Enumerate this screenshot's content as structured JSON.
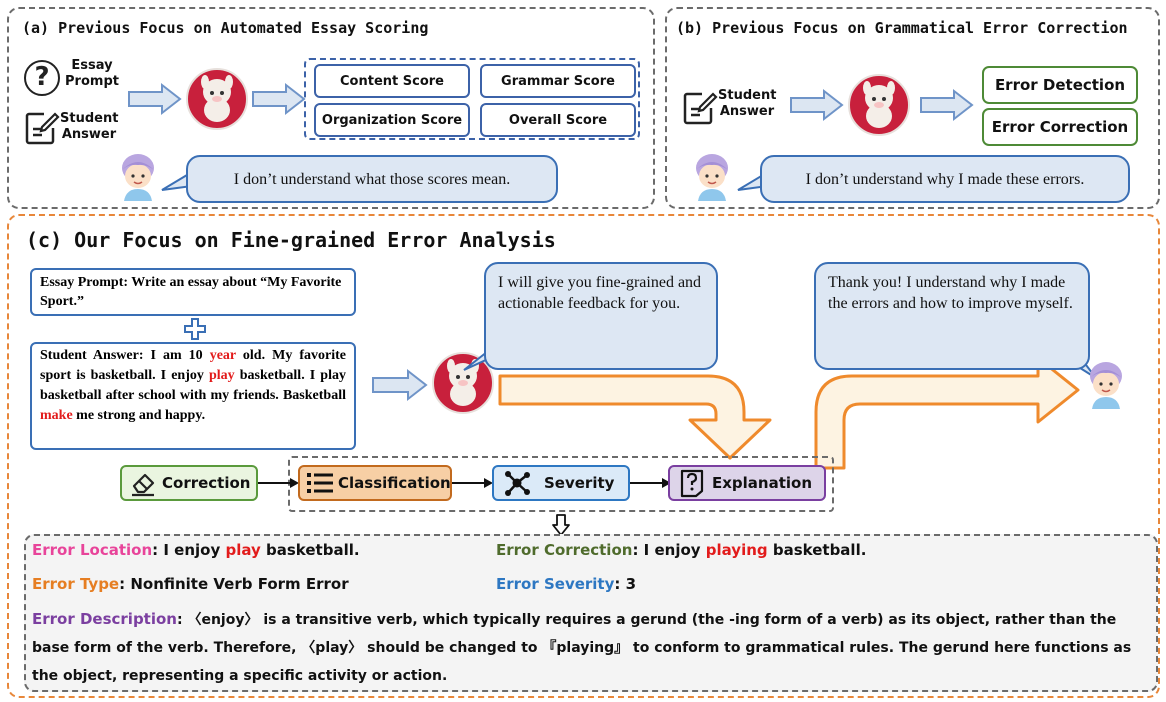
{
  "panel_a": {
    "title": "(a) Previous Focus on Automated Essay Scoring",
    "essay_prompt_label": "Essay\nPrompt",
    "student_answer_label": "Student\nAnswer",
    "scores": [
      "Content Score",
      "Grammar Score",
      "Organization Score",
      "Overall Score"
    ],
    "student_says": "I don’t understand what those scores mean."
  },
  "panel_b": {
    "title": "(b) Previous Focus on Grammatical Error Correction",
    "student_answer_label": "Student\nAnswer",
    "outputs": [
      "Error Detection",
      "Error Correction"
    ],
    "student_says": "I don’t understand why I made these errors."
  },
  "panel_c": {
    "title": "(c) Our Focus on Fine-grained Error Analysis",
    "essay_prompt": "Essay Prompt: Write an essay about “My Favorite Sport.”",
    "student_answer": {
      "p1": "Student Answer: I am 10 ",
      "e1": "year",
      "p2": " old. My favorite sport is basketball. I enjoy ",
      "e2": "play",
      "p3": " basketball. I play basketball after school with my friends. Basketball ",
      "e3": "make",
      "p4": " me strong and happy."
    },
    "model_says": "I will give you fine-grained and actionable feedback for you.",
    "student_says": "Thank you! I understand why I made the errors and how to improve myself.",
    "pipeline": [
      "Correction",
      "Classification",
      "Severity",
      "Explanation"
    ],
    "details": {
      "location_label": "Error Location",
      "location_pre": ": I enjoy ",
      "location_err": "play",
      "location_post": " basketball.",
      "correction_label": "Error Correction",
      "correction_pre": ": I enjoy ",
      "correction_err": "playing",
      "correction_post": " basketball.",
      "type_label": "Error Type",
      "type_value": ": Nonfinite Verb Form Error",
      "severity_label": "Error Severity",
      "severity_value": ": 3",
      "description_label": "Error Description",
      "description_value": ": 〈enjoy〉 is a transitive verb, which typically requires a gerund (the -ing form of a verb) as its object, rather than the base form of the verb. Therefore, 〈play〉 should be changed to 『playing』 to conform to grammatical rules. The gerund here functions as the object, representing a specific activity or action."
    }
  },
  "colors": {
    "panel_border": "#6b6b6b",
    "panel_c_border": "#e8873a",
    "score_border": "#3c62a8",
    "err_box_border": "#4e8a36",
    "bubble_fill": "#dde7f3",
    "bubble_border": "#3a6fb5",
    "arrow_fill": "#dce6f2",
    "arrow_border": "#6f94c8",
    "big_arrow_fill": "#fdf3e2",
    "big_arrow_border": "#ef8a2c",
    "correction_fill": "#eaf5e0",
    "classification_fill": "#f7cfa5",
    "severity_fill": "#dbeaf8",
    "explanation_fill": "#ddd4e9",
    "location_color": "#e8449a",
    "correction_color": "#4f6b2c",
    "type_color": "#e67e22",
    "severity_color": "#2d77c2",
    "description_color": "#7b3fa0",
    "error_red": "#e21b1b"
  },
  "icons": [
    "question-mark-icon",
    "pencil-note-icon",
    "llama-icon",
    "student-avatar-icon",
    "eraser-icon",
    "list-icon",
    "network-icon",
    "question-document-icon",
    "plus-cross-icon",
    "down-arrow-icon"
  ]
}
